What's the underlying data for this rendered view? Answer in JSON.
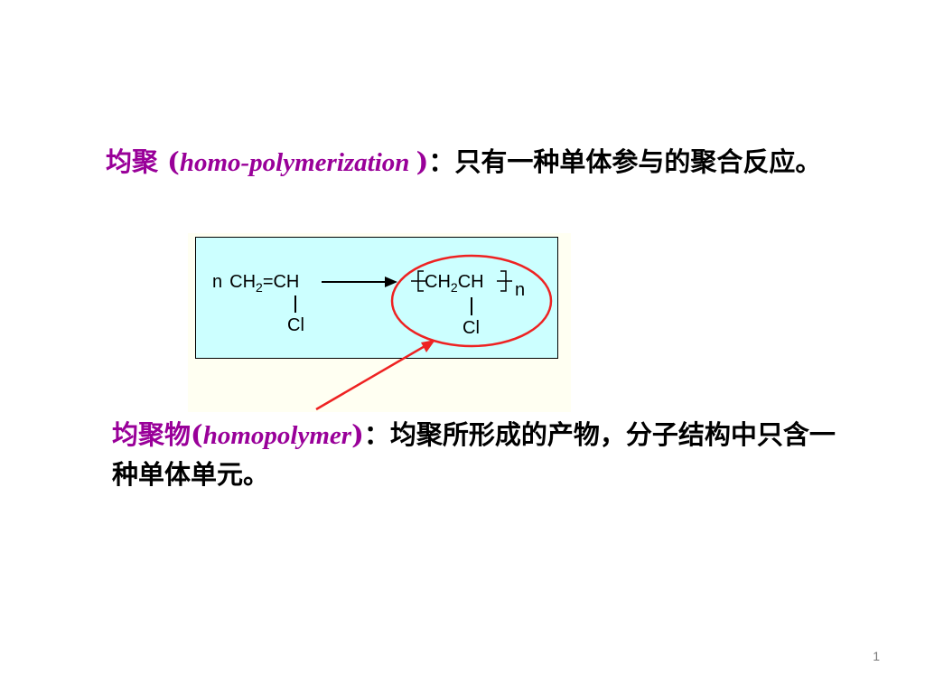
{
  "slide": {
    "definition1": {
      "term": "均聚",
      "en_open": " (",
      "en": "homo-polymerization ",
      "en_close": ")",
      "colon": "：",
      "text": "只有一种单体参与的聚合反应。"
    },
    "definition2": {
      "term": "均聚物",
      "en_open": "(",
      "en": "homopolymer",
      "en_close": ")",
      "colon": "：",
      "text": "均聚所形成的产物，分子结构中只含一种单体单元。"
    },
    "page_number": "1"
  },
  "reaction": {
    "reactant": {
      "coef": "n",
      "ch": "CH",
      "sub": "2",
      "rest": "=CH",
      "substituent": "Cl"
    },
    "product": {
      "ch": "CH",
      "sub": "2",
      "rest": "CH",
      "repeat": "n",
      "substituent": "Cl"
    },
    "colors": {
      "box_fill": "#ccffff",
      "highlight": "#ee2222",
      "arrow": "#ee2222"
    }
  }
}
